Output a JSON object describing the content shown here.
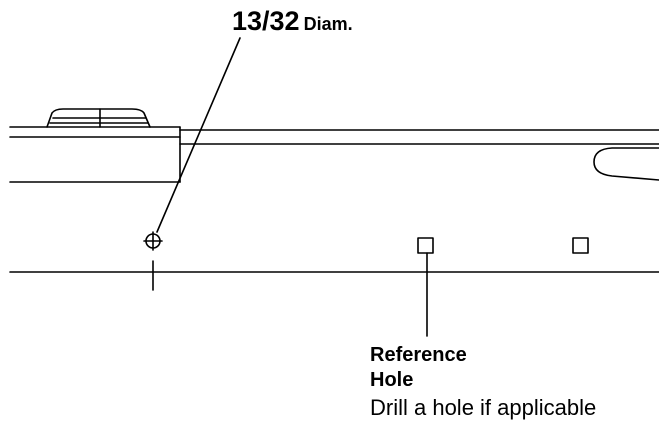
{
  "diameter_callout": {
    "value": "13/32",
    "unit": "Diam."
  },
  "reference_hole": {
    "line1": "Reference",
    "line2": "Hole"
  },
  "note": "Drill a hole if applicable",
  "colors": {
    "ink": "#000000",
    "background": "#ffffff"
  }
}
